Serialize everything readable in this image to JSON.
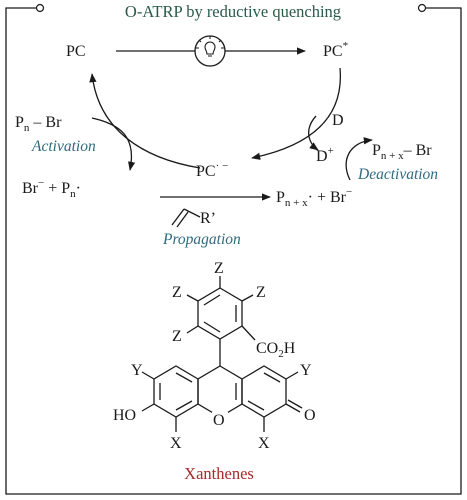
{
  "title": "O-ATRP by reductive quenching",
  "labels": {
    "pc": "PC",
    "pc_star": "PC",
    "star": "*",
    "pn_br_a": "P",
    "pn_br_sub": "n",
    "pn_br_b": " – Br",
    "activation": "Activation",
    "br_pn_a": "Br",
    "br_pn_b": " + P",
    "br_pn_sub": "n",
    "br_pn_dot": "·",
    "pc_rad": "PC",
    "pc_rad_sup": "· −",
    "d": "D",
    "d_plus": "D",
    "plus": "+",
    "pnx_br_a": "P",
    "pnx_br_sub": "n + x",
    "pnx_br_b": "– Br",
    "deactivation": "Deactivation",
    "pnx_a": "P",
    "pnx_sub": "n + x",
    "pnx_b": "· + Br",
    "minus": "−",
    "r_prime": "R’",
    "propagation": "Propagation"
  },
  "molecule": {
    "z1": "Z",
    "z2": "Z",
    "z3": "Z",
    "z4": "Z",
    "co2h": "CO",
    "co2h_sub": "2",
    "co2h_h": "H",
    "y1": "Y",
    "y2": "Y",
    "ho": "HO",
    "x1": "X",
    "x2": "X",
    "o_ring": "O",
    "o_ketone": "O",
    "name": "Xanthenes"
  },
  "icons": [
    "lightbulb-icon"
  ],
  "colors": {
    "title": "#2a5a48",
    "italic_labels": "#2f6b80",
    "compound_name": "#a52a2a"
  }
}
